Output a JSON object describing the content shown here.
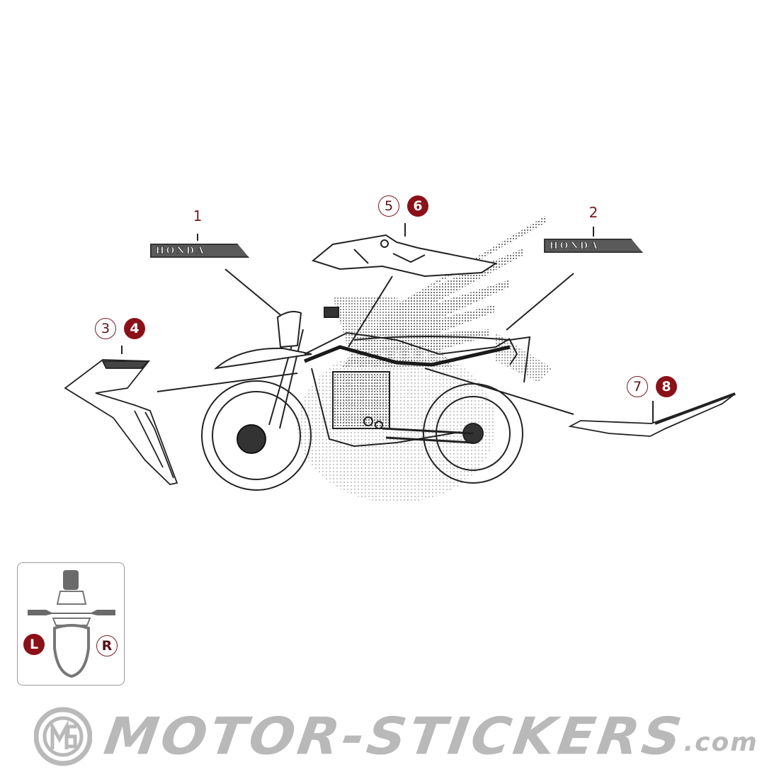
{
  "diagram": {
    "title": "Honda motorcycle decal / sticker placement diagram",
    "parts": [
      {
        "number": "1",
        "label_text": "HONDA",
        "description": "Left side HONDA emblem decal"
      },
      {
        "number": "2",
        "label_text": "HONDA",
        "description": "Right side HONDA emblem decal"
      },
      {
        "number": "3",
        "side": "R",
        "description": "Shroud decal (right)"
      },
      {
        "number": "4",
        "side": "L",
        "description": "Shroud decal (left)"
      },
      {
        "number": "5",
        "side": "R",
        "description": "Frame / tank decal (right)"
      },
      {
        "number": "6",
        "side": "L",
        "description": "Frame / tank decal (left)"
      },
      {
        "number": "7",
        "side": "R",
        "description": "Side cover decal (right)"
      },
      {
        "number": "8",
        "side": "L",
        "description": "Side cover decal (left)"
      }
    ],
    "callouts": {
      "p1": "1",
      "p2": "2",
      "p3": "3",
      "p4": "4",
      "p5": "5",
      "p6": "6",
      "p7": "7",
      "p8": "8"
    },
    "honda_label": "HONDA"
  },
  "legend": {
    "left_label": "L",
    "right_label": "R",
    "left_style": "filled",
    "right_style": "outline"
  },
  "branding": {
    "name": "MOTOR-STICKERS",
    "tld": ".com",
    "emblem": "MS"
  },
  "colors": {
    "accent": "#8b1118",
    "accent_text": "#7a1a1f",
    "line": "#222222",
    "halftone": "#8a8a8a",
    "brand_gray": "#b9b9b9"
  }
}
